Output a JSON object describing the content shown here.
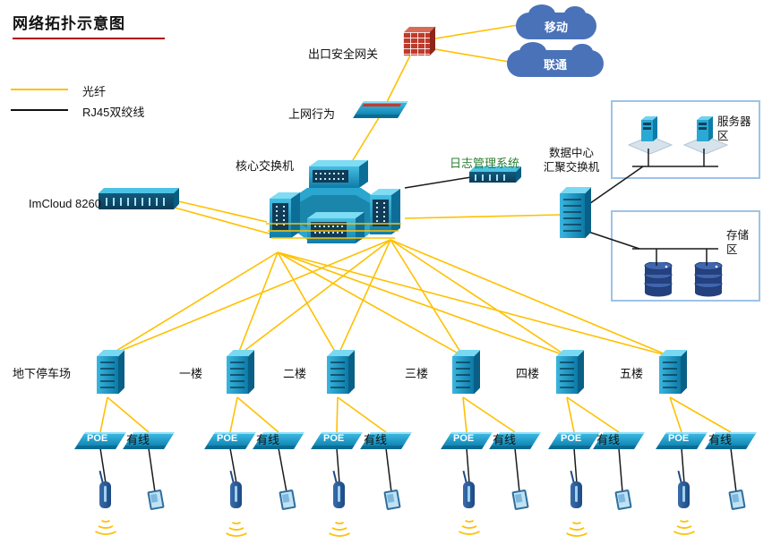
{
  "title": "网络拓扑示意图",
  "legend": {
    "fiber_label": "光纤",
    "rj45_label": "RJ45双绞线"
  },
  "colors": {
    "fiber": "#FFC000",
    "rj45": "#1A1A1A",
    "device_teal": "#1F9FCA",
    "device_navy": "#0F4F6E",
    "cloud_blue": "#4A72B8",
    "gateway_red": "#BF3A2B",
    "zone_border": "#9DC3E6",
    "log_label_green": "#2E7D32",
    "title_underline": "#B00000",
    "ap_blue": "#2C5F9E"
  },
  "wan": {
    "gateway_label": "出口安全网关",
    "behavior_label": "上网行为",
    "clouds": [
      {
        "label": "移动"
      },
      {
        "label": "联通"
      }
    ]
  },
  "core_label": "核心交换机",
  "imcloud_label": "ImCloud 8260",
  "log_label": "日志管理系统",
  "dc_switch_label_line1": "数据中心",
  "dc_switch_label_line2": "汇聚交换机",
  "zones": {
    "server_label": "服务器区",
    "storage_label": "存储区"
  },
  "floors": [
    {
      "label": "地下停车场",
      "poe_label": "POE",
      "wired_label": "有线"
    },
    {
      "label": "一楼",
      "poe_label": "POE",
      "wired_label": "有线"
    },
    {
      "label": "二楼",
      "poe_label": "POE",
      "wired_label": "有线"
    },
    {
      "label": "三楼",
      "poe_label": "POE",
      "wired_label": "有线"
    },
    {
      "label": "四楼",
      "poe_label": "POE",
      "wired_label": "有线"
    },
    {
      "label": "五楼",
      "poe_label": "POE",
      "wired_label": "有线"
    }
  ],
  "icons": {
    "cloud-mobile": "cloud-shape",
    "cloud-unicom": "cloud-shape",
    "firewall": "red-brick-box",
    "behavior-device": "flat-switch",
    "core-switch": "switch-cluster",
    "imcloud-device": "rack-box",
    "log-device": "rack-box",
    "dc-switch": "tower-switch",
    "floor-switch": "tower-switch",
    "poe-switch": "flat-switch",
    "wired-switch": "flat-switch",
    "server": "server-tower",
    "storage": "disk-stack",
    "ap": "wireless-ap",
    "terminal": "handheld-terminal",
    "wifi": "signal-arcs"
  }
}
